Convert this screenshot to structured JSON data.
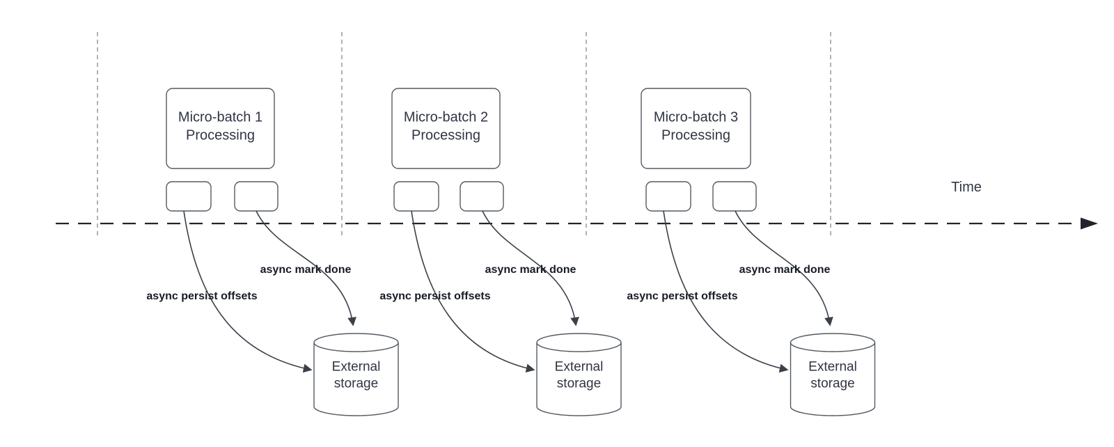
{
  "diagram": {
    "time_axis_label": "Time",
    "groups": [
      {
        "title": "Micro-batch 1\nProcessing",
        "persist_label": "async persist offsets",
        "mark_label": "async mark done",
        "storage_label": "External\nstorage"
      },
      {
        "title": "Micro-batch 2\nProcessing",
        "persist_label": "async persist offsets",
        "mark_label": "async mark done",
        "storage_label": "External\nstorage"
      },
      {
        "title": "Micro-batch 3\nProcessing",
        "persist_label": "async persist offsets",
        "mark_label": "async mark done",
        "storage_label": "External\nstorage"
      }
    ]
  },
  "colors": {
    "background": "#ffffff",
    "shape_stroke": "#545a64",
    "connector": "#3a4049",
    "timeline": "#20242c",
    "guide": "#a8a9ad",
    "text": "#2f3542",
    "label_text": "#171b25"
  }
}
